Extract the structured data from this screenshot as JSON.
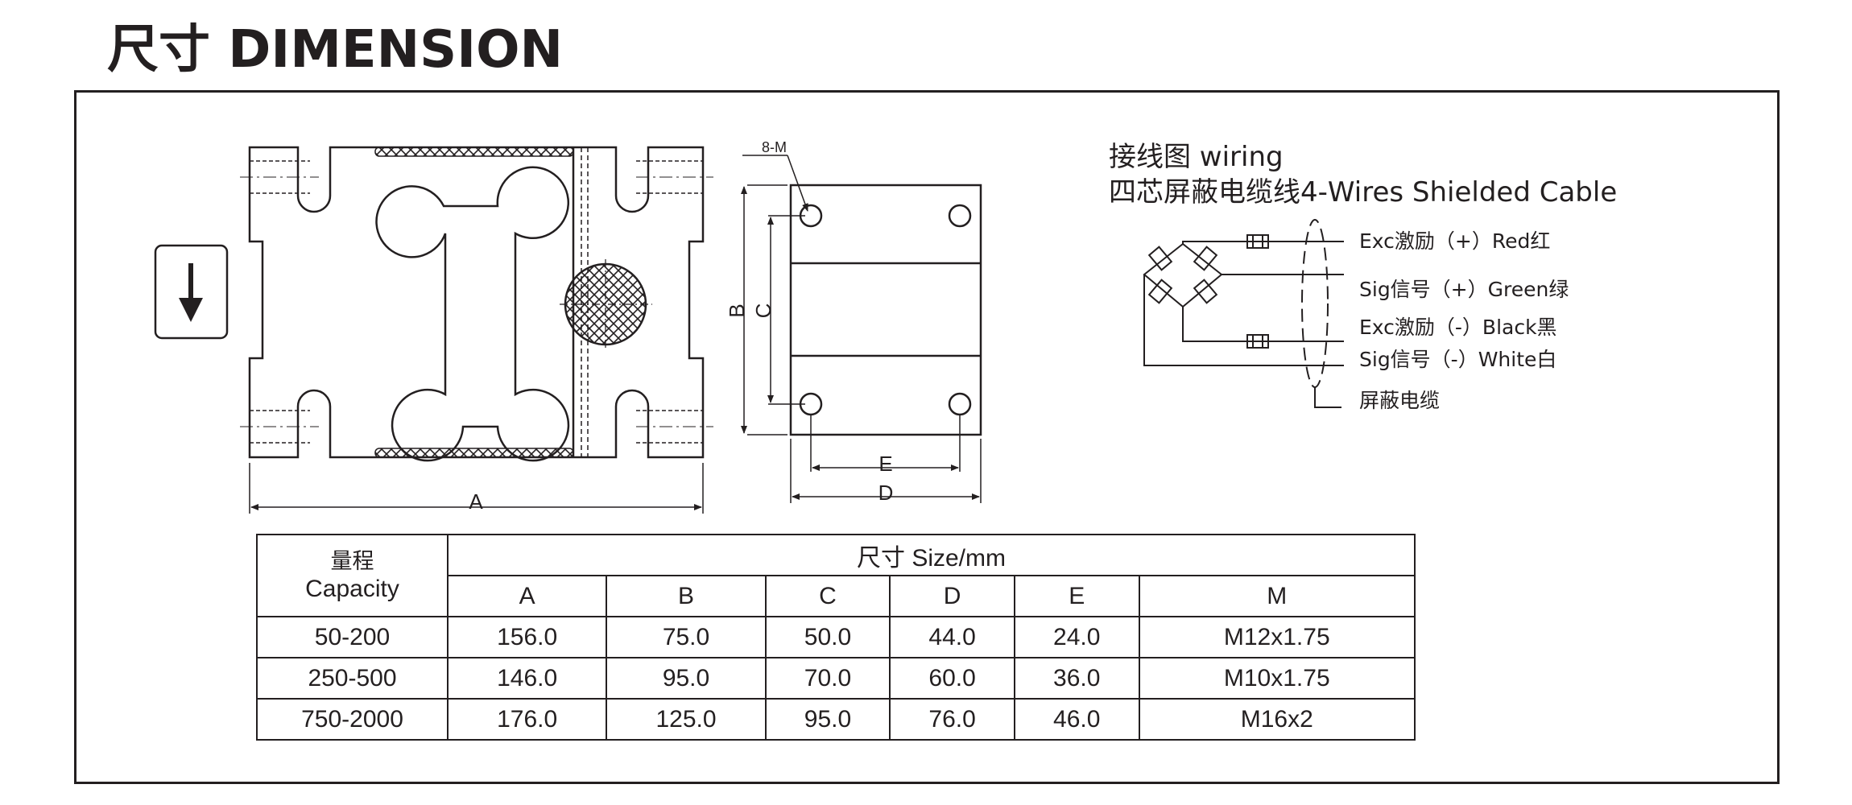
{
  "heading": "尺寸 DIMENSION",
  "drawing": {
    "labels": {
      "A": "A",
      "B": "B",
      "C": "C",
      "D": "D",
      "E": "E",
      "holes": "8-M"
    }
  },
  "wiring": {
    "title_line1": "接线图 wiring",
    "title_line2": "四芯屏蔽电缆线4-Wires Shielded Cable",
    "wires": [
      "Exc激励（+）Red红",
      "Sig信号（+）Green绿",
      "Exc激励（-）Black黑",
      "Sig信号（-）White白"
    ],
    "shield": "屏蔽电缆"
  },
  "table": {
    "capacity_cn": "量程",
    "capacity_en": "Capacity",
    "size_header": "尺寸 Size/mm",
    "columns": [
      "A",
      "B",
      "C",
      "D",
      "E",
      "M"
    ],
    "rows": [
      {
        "capacity": "50-200",
        "values": [
          "156.0",
          "75.0",
          "50.0",
          "44.0",
          "24.0",
          "M12x1.75"
        ]
      },
      {
        "capacity": "250-500",
        "values": [
          "146.0",
          "95.0",
          "70.0",
          "60.0",
          "36.0",
          "M10x1.75"
        ]
      },
      {
        "capacity": "750-2000",
        "values": [
          "176.0",
          "125.0",
          "95.0",
          "76.0",
          "46.0",
          "M16x2"
        ]
      }
    ]
  }
}
